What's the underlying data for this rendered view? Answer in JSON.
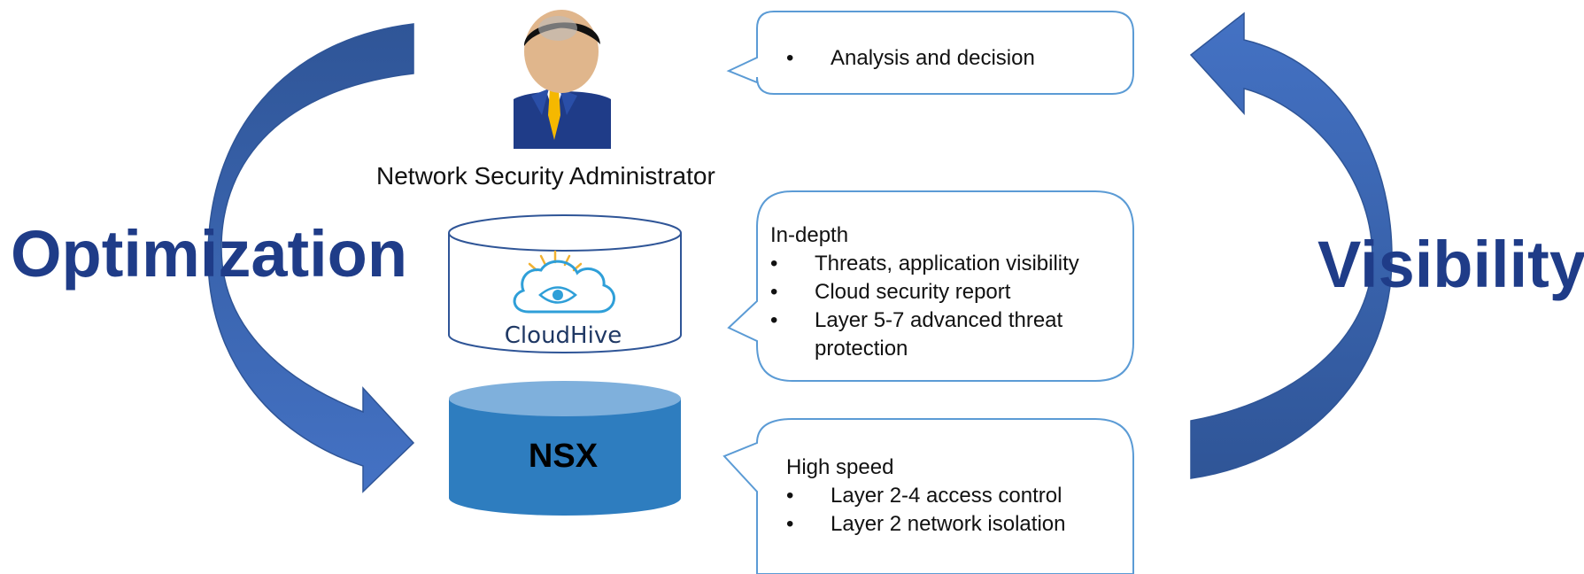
{
  "labels": {
    "left_cycle": "Optimization",
    "right_cycle": "Visibility"
  },
  "administrator": {
    "caption": "Network Security Administrator",
    "icon": "administrator-icon"
  },
  "cloudhive": {
    "label": "CloudHive",
    "icon": "cloud-eye-icon"
  },
  "nsx": {
    "label": "NSX"
  },
  "callouts": {
    "decision": {
      "items": [
        "Analysis and decision"
      ]
    },
    "in_depth": {
      "heading": "In-depth",
      "items": [
        "Threats, application visibility",
        "Cloud security report",
        "Layer 5-7 advanced threat protection"
      ]
    },
    "high_speed": {
      "heading": "High speed",
      "items": [
        "Layer 2-4 access control",
        "Layer 2 network isolation"
      ]
    }
  },
  "colors": {
    "label_blue": "#1f3c88",
    "arrow_light": "#4472c4",
    "arrow_dark": "#2f5597",
    "callout_border": "#5b9bd5",
    "nsx_body": "#2e7dbf",
    "nsx_top": "#7fb0dc",
    "cloudhive_icon": "#2f9fd8",
    "cloudhive_rays": "#f2b233"
  }
}
